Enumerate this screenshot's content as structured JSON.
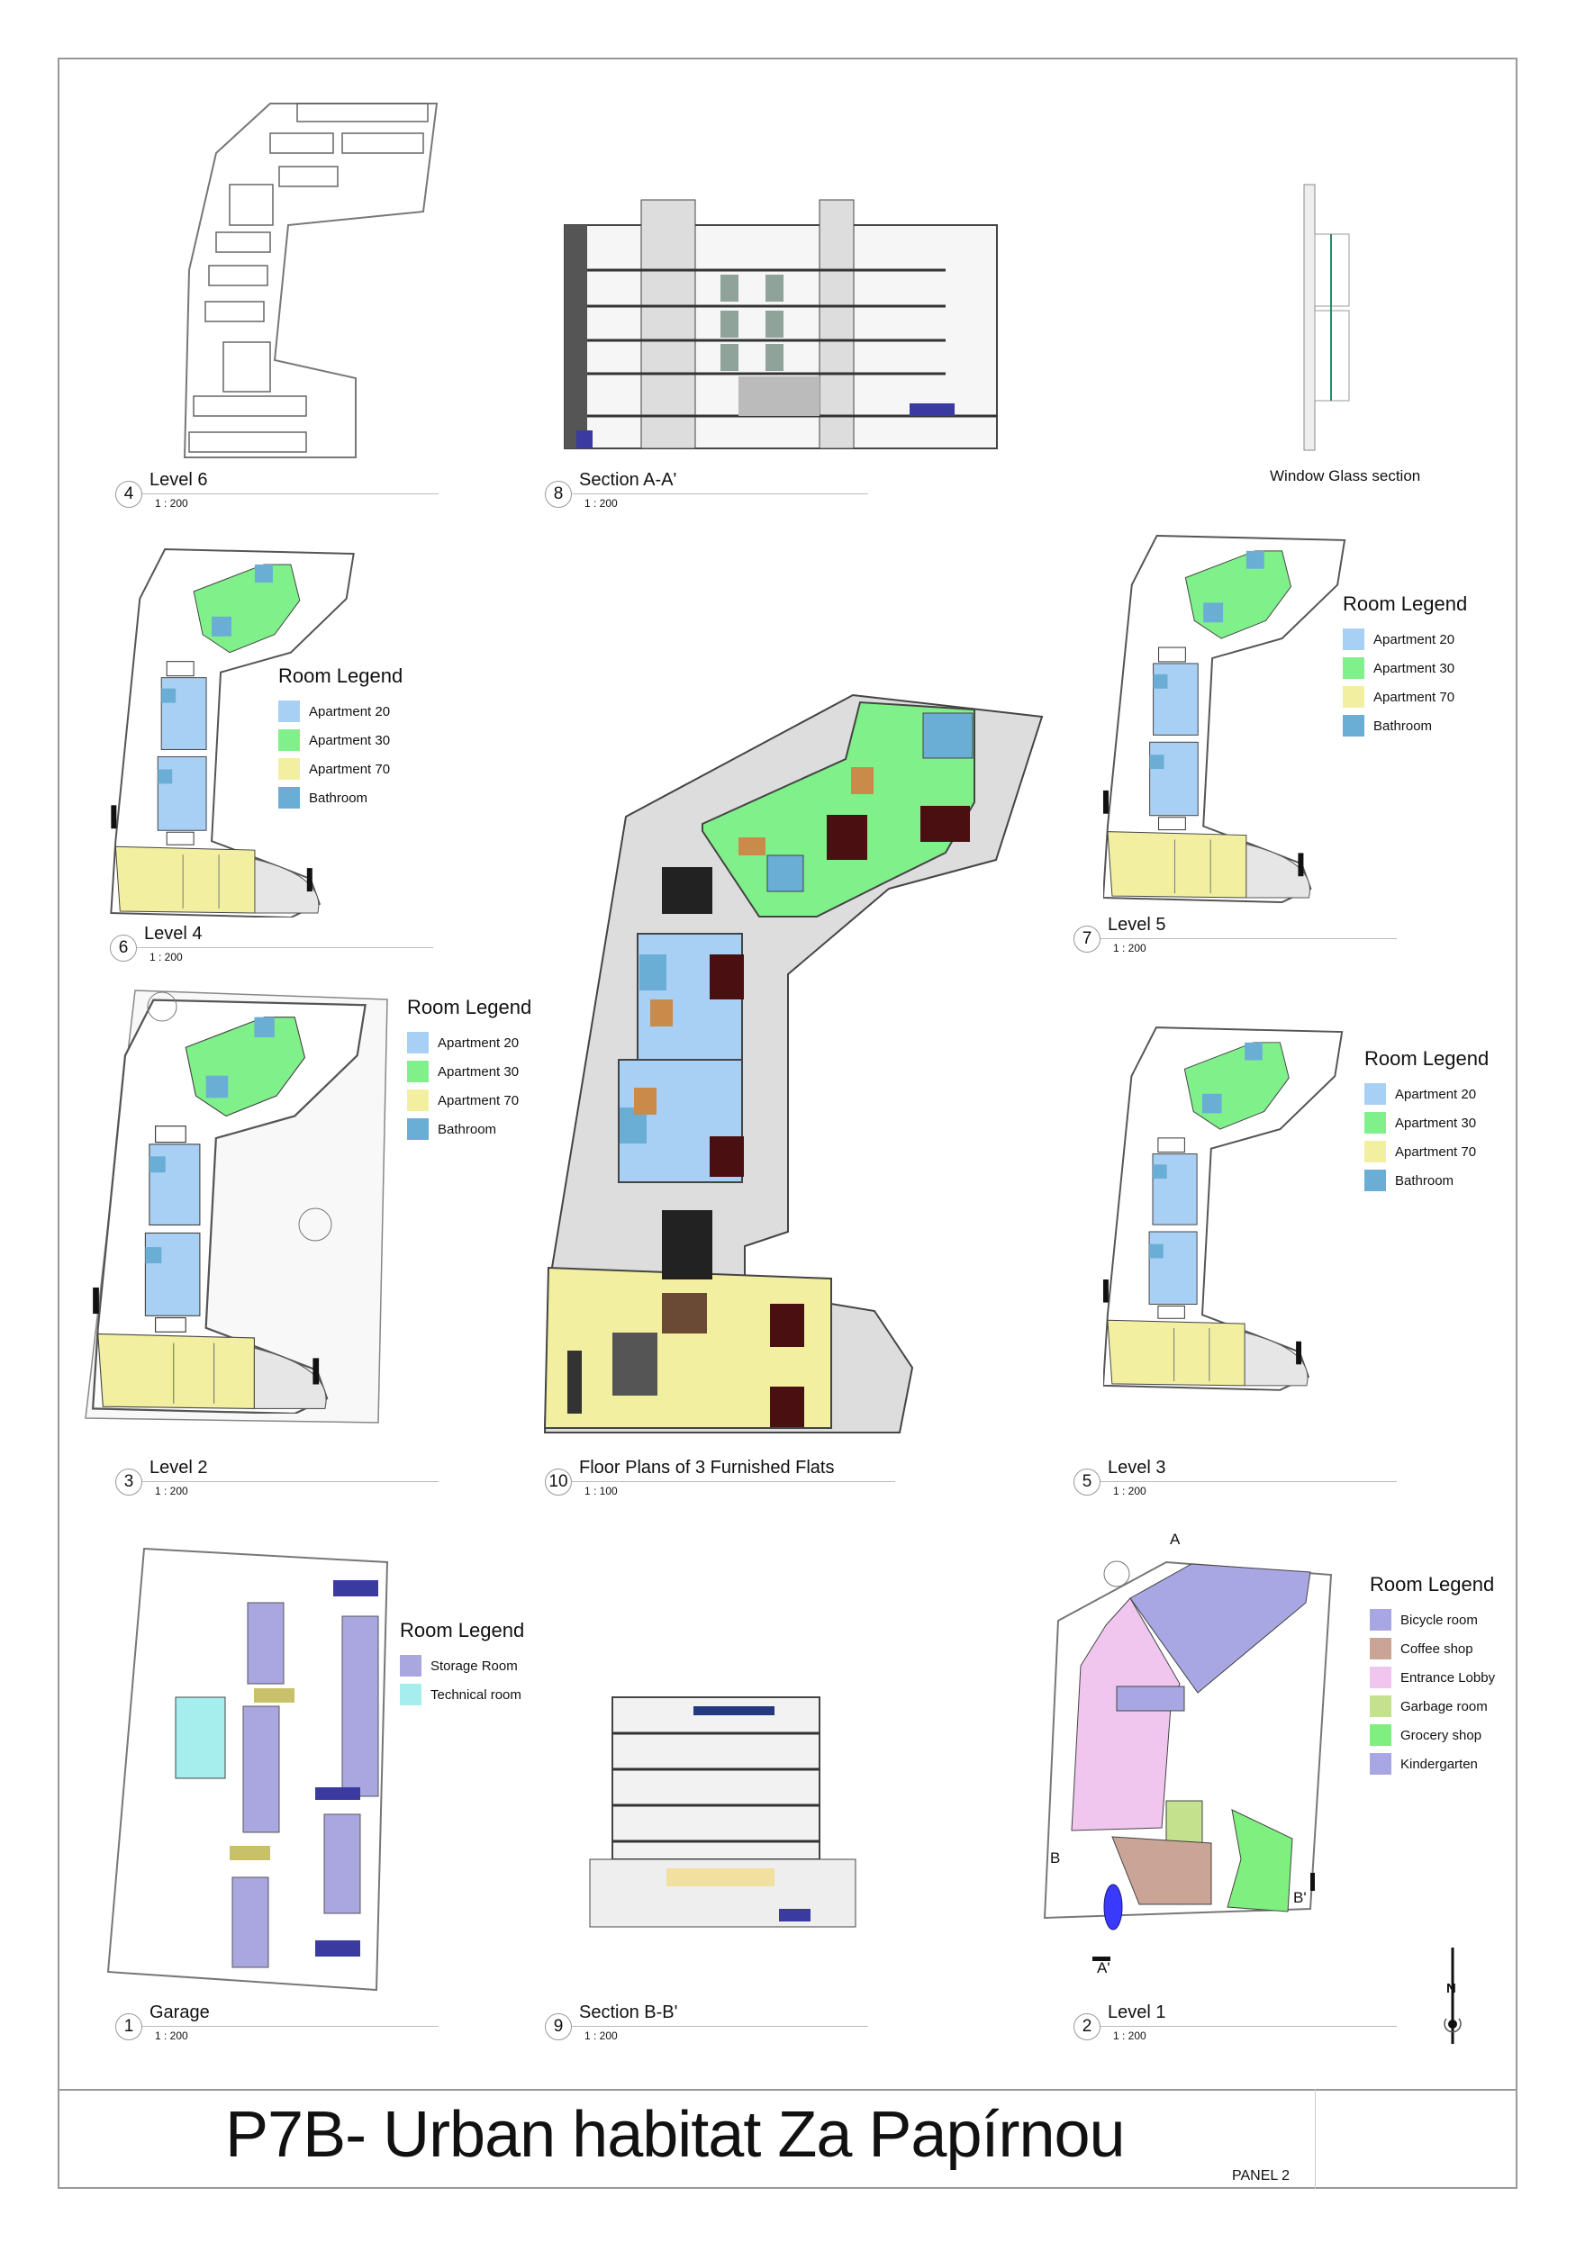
{
  "title": "P7B- Urban habitat Za Papírnou",
  "panel": "PANEL 2",
  "window_glass_label": "Window Glass section",
  "views": [
    {
      "id": "v4",
      "number": "4",
      "title": "Level 6",
      "scale": "1 : 200"
    },
    {
      "id": "v8",
      "number": "8",
      "title": "Section A-A'",
      "scale": "1 : 200"
    },
    {
      "id": "v6",
      "number": "6",
      "title": "Level 4",
      "scale": "1 : 200"
    },
    {
      "id": "v7",
      "number": "7",
      "title": "Level 5",
      "scale": "1 : 200"
    },
    {
      "id": "v3",
      "number": "3",
      "title": "Level 2",
      "scale": "1 : 200"
    },
    {
      "id": "v10",
      "number": "10",
      "title": "Floor Plans of 3 Furnished Flats",
      "scale": "1 : 100"
    },
    {
      "id": "v5",
      "number": "5",
      "title": "Level 3",
      "scale": "1 : 200"
    },
    {
      "id": "v1",
      "number": "1",
      "title": "Garage",
      "scale": "1 : 200"
    },
    {
      "id": "v9",
      "number": "9",
      "title": "Section B-B'",
      "scale": "1 : 200"
    },
    {
      "id": "v2",
      "number": "2",
      "title": "Level 1",
      "scale": "1 : 200"
    }
  ],
  "legends": [
    {
      "id": "lg6",
      "title": "Room Legend",
      "items": [
        {
          "label": "Apartment 20",
          "color": "#a8d0f5"
        },
        {
          "label": "Apartment 30",
          "color": "#7ff08a"
        },
        {
          "label": "Apartment 70",
          "color": "#f2f0a0"
        },
        {
          "label": "Bathroom",
          "color": "#6aaed6"
        }
      ]
    },
    {
      "id": "lg7",
      "title": "Room Legend",
      "items": [
        {
          "label": "Apartment 20",
          "color": "#a8d0f5"
        },
        {
          "label": "Apartment 30",
          "color": "#7ff08a"
        },
        {
          "label": "Apartment 70",
          "color": "#f2f0a0"
        },
        {
          "label": "Bathroom",
          "color": "#6aaed6"
        }
      ]
    },
    {
      "id": "lg3",
      "title": "Room Legend",
      "items": [
        {
          "label": "Apartment 20",
          "color": "#a8d0f5"
        },
        {
          "label": "Apartment 30",
          "color": "#7ff08a"
        },
        {
          "label": "Apartment 70",
          "color": "#f2f0a0"
        },
        {
          "label": "Bathroom",
          "color": "#6aaed6"
        }
      ]
    },
    {
      "id": "lg5",
      "title": "Room Legend",
      "items": [
        {
          "label": "Apartment 20",
          "color": "#a8d0f5"
        },
        {
          "label": "Apartment 30",
          "color": "#7ff08a"
        },
        {
          "label": "Apartment 70",
          "color": "#f2f0a0"
        },
        {
          "label": "Bathroom",
          "color": "#6aaed6"
        }
      ]
    },
    {
      "id": "lg1",
      "title": "Room Legend",
      "items": [
        {
          "label": "Storage Room",
          "color": "#a9a6e0"
        },
        {
          "label": "Technical room",
          "color": "#a6eeee"
        }
      ]
    },
    {
      "id": "lg2",
      "title": "Room Legend",
      "items": [
        {
          "label": "Bicycle room",
          "color": "#a9a7e3"
        },
        {
          "label": "Coffee shop",
          "color": "#c9a497"
        },
        {
          "label": "Entrance Lobby",
          "color": "#f0c6ee"
        },
        {
          "label": "Garbage room",
          "color": "#c4e28d"
        },
        {
          "label": "Grocery shop",
          "color": "#7ff07f"
        },
        {
          "label": "Kindergarten",
          "color": "#a9a7e3"
        }
      ]
    }
  ],
  "section_markers": {
    "a": "A",
    "a_prime": "A'",
    "b": "B",
    "b_prime": "B'"
  },
  "north_label": "N"
}
